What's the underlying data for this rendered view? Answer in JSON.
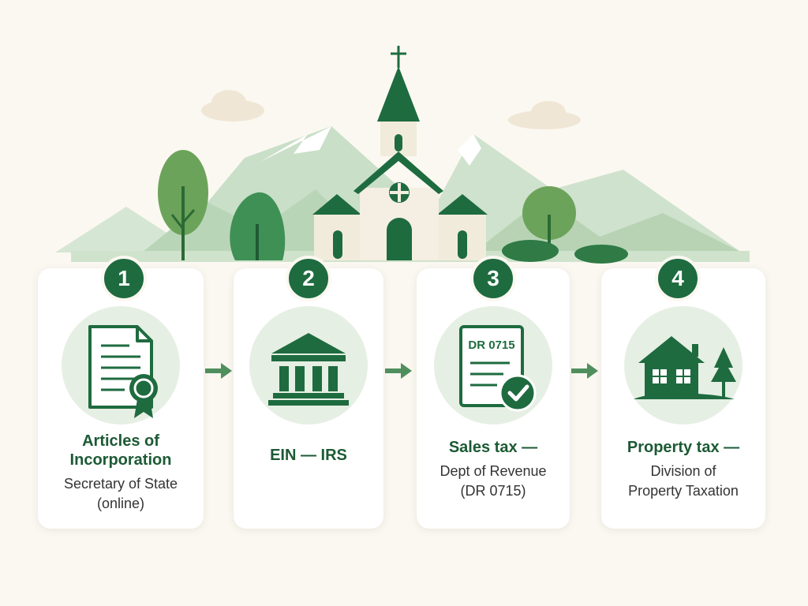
{
  "steps": [
    {
      "number": "1",
      "title_line1": "Articles of",
      "title_line2": "Incorporation",
      "sub_line1": "Secretary of State",
      "sub_line2": "(online)",
      "icon": "certificate-document-icon"
    },
    {
      "number": "2",
      "title_line1": "EIN — IRS",
      "icon": "government-building-icon"
    },
    {
      "number": "3",
      "title_line1": "Sales tax —",
      "sub_line1": "Dept of Revenue",
      "sub_line2": "(DR 0715)",
      "icon": "tax-form-check-icon",
      "form_label": "DR 0715"
    },
    {
      "number": "4",
      "title_line1": "Property tax —",
      "sub_line1": "Division of",
      "sub_line2": "Property Taxation",
      "icon": "house-icon"
    }
  ],
  "colors": {
    "primary": "#1e6b3f",
    "light_green": "#e6efe3",
    "background": "#fbf8f1"
  }
}
